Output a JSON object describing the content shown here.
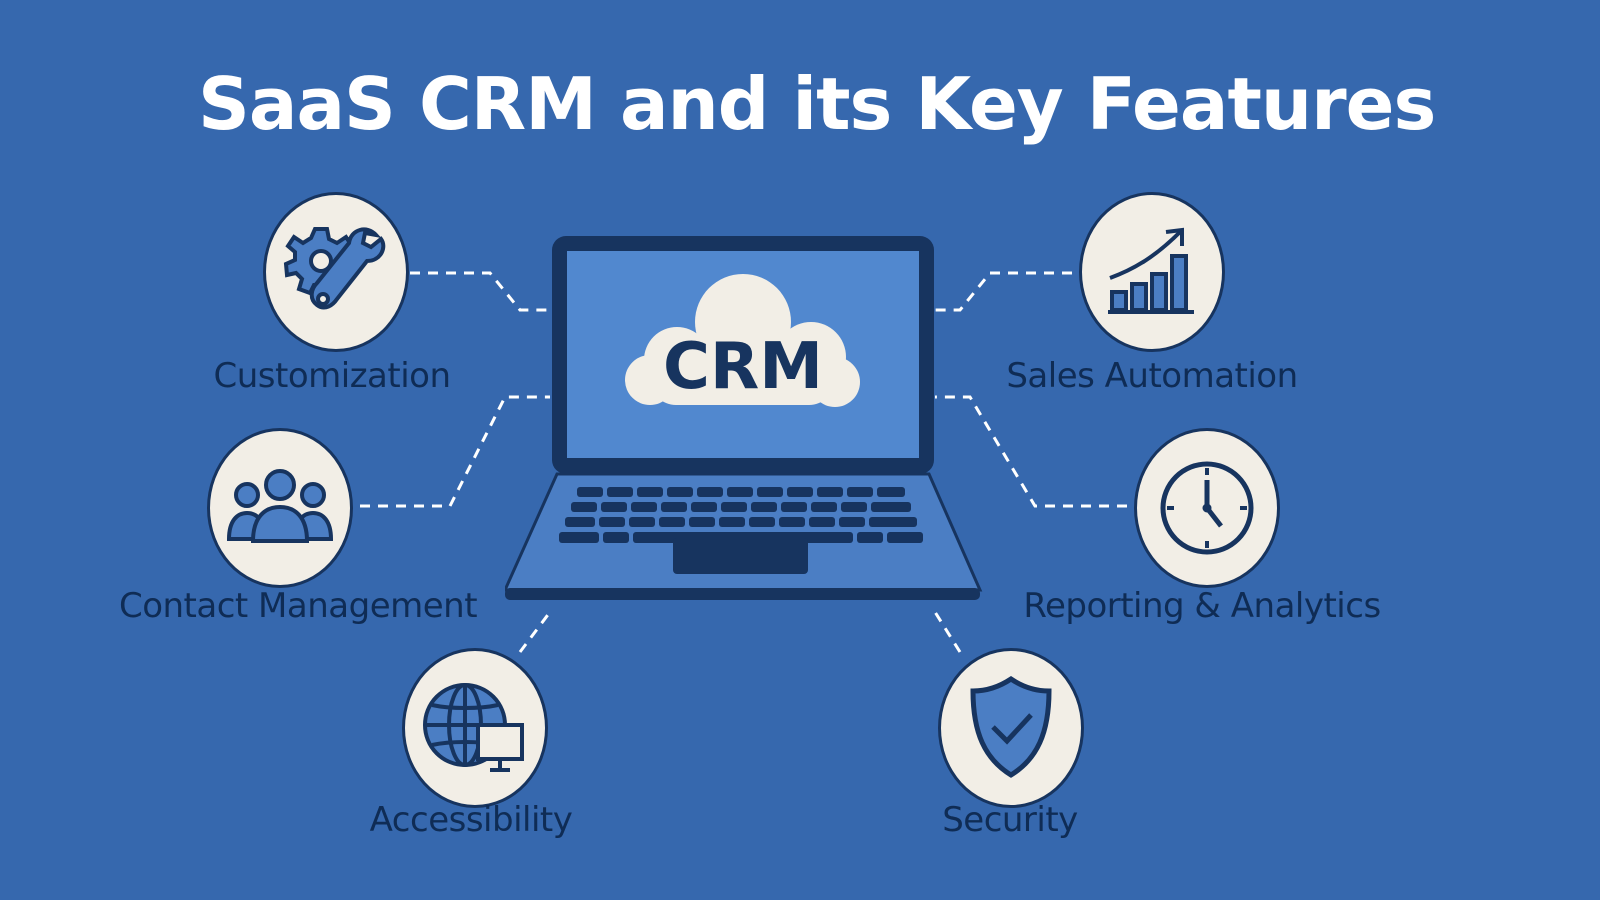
{
  "title": "SaaS CRM and its Key Features",
  "center": {
    "label": "CRM",
    "icon": "laptop-cloud-icon"
  },
  "features": [
    {
      "id": "customization",
      "label": "Customization",
      "icon": "gear-wrench-icon"
    },
    {
      "id": "sales-automation",
      "label": "Sales Automation",
      "icon": "growth-chart-icon"
    },
    {
      "id": "contact-management",
      "label": "Contact Management",
      "icon": "people-group-icon"
    },
    {
      "id": "reporting-analytics",
      "label": "Reporting & Analytics",
      "icon": "clock-icon"
    },
    {
      "id": "accessibility",
      "label": "Accessibility",
      "icon": "globe-monitor-icon"
    },
    {
      "id": "security",
      "label": "Security",
      "icon": "shield-check-icon"
    }
  ],
  "colors": {
    "background": "#3668ae",
    "navy": "#17345f",
    "circle_fill": "#f2eee6",
    "screen": "#5188cf",
    "icon_blue": "#4b7ec4",
    "title": "#ffffff"
  }
}
